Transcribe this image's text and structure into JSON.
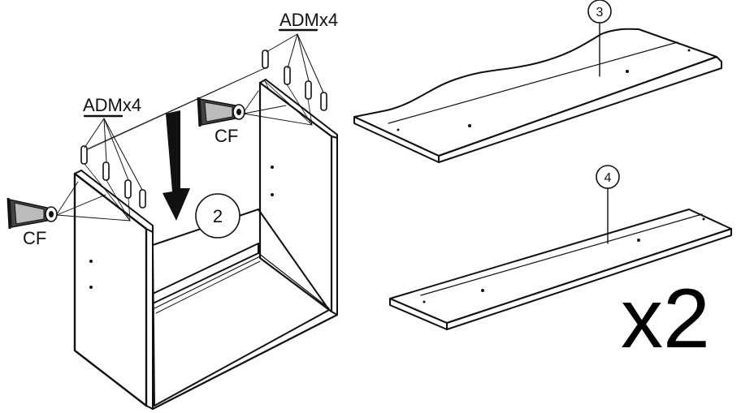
{
  "labels": {
    "adm_top": "ADMx4",
    "adm_left": "ADMx4",
    "cf_right": "CF",
    "cf_left": "CF",
    "part_cabinet": "2",
    "part_top_board": "3",
    "part_bottom_board": "4",
    "multiplier": "x2"
  },
  "colors": {
    "ink": "#111111",
    "board_fill": "#ffffff",
    "edge_fill": "#e9e9e9",
    "arrow_fill": "#111111"
  },
  "icons": [
    "glue-tube-icon",
    "down-arrow-icon",
    "dowel-icon"
  ]
}
